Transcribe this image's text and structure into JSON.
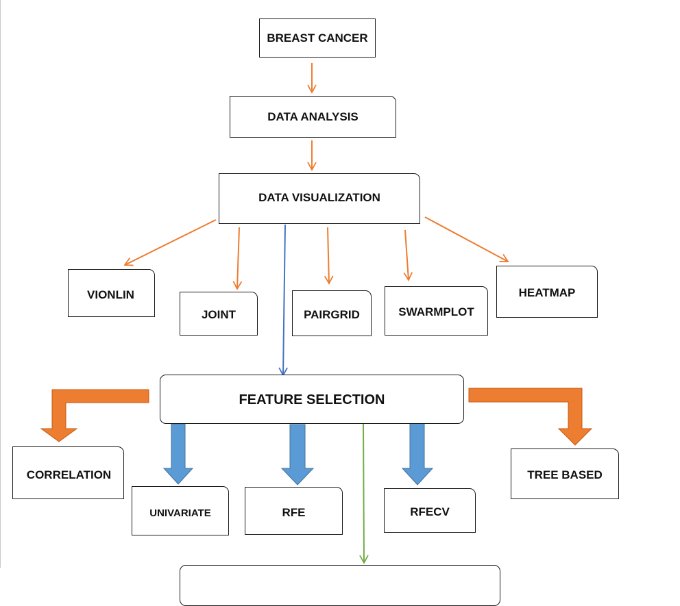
{
  "nodes": {
    "breast_cancer": "BREAST CANCER",
    "data_analysis": "DATA ANALYSIS",
    "data_visualization": "DATA VISUALIZATION",
    "vionlin": "VIONLIN",
    "joint": "JOINT",
    "pairgrid": "PAIRGRID",
    "swarmplot": "SWARMPLOT",
    "heatmap": "HEATMAP",
    "feature_selection": "FEATURE SELECTION",
    "correlation": "CORRELATION",
    "univariate": "UNIVARIATE",
    "rfe": "RFE",
    "rfecv": "RFECV",
    "tree_based": "TREE BASED",
    "next_step": ""
  },
  "colors": {
    "orange": "#ED7D31",
    "blue": "#5B9BD5",
    "blue_line": "#4472C4",
    "green": "#70AD47",
    "border": "#1a1a1a"
  }
}
